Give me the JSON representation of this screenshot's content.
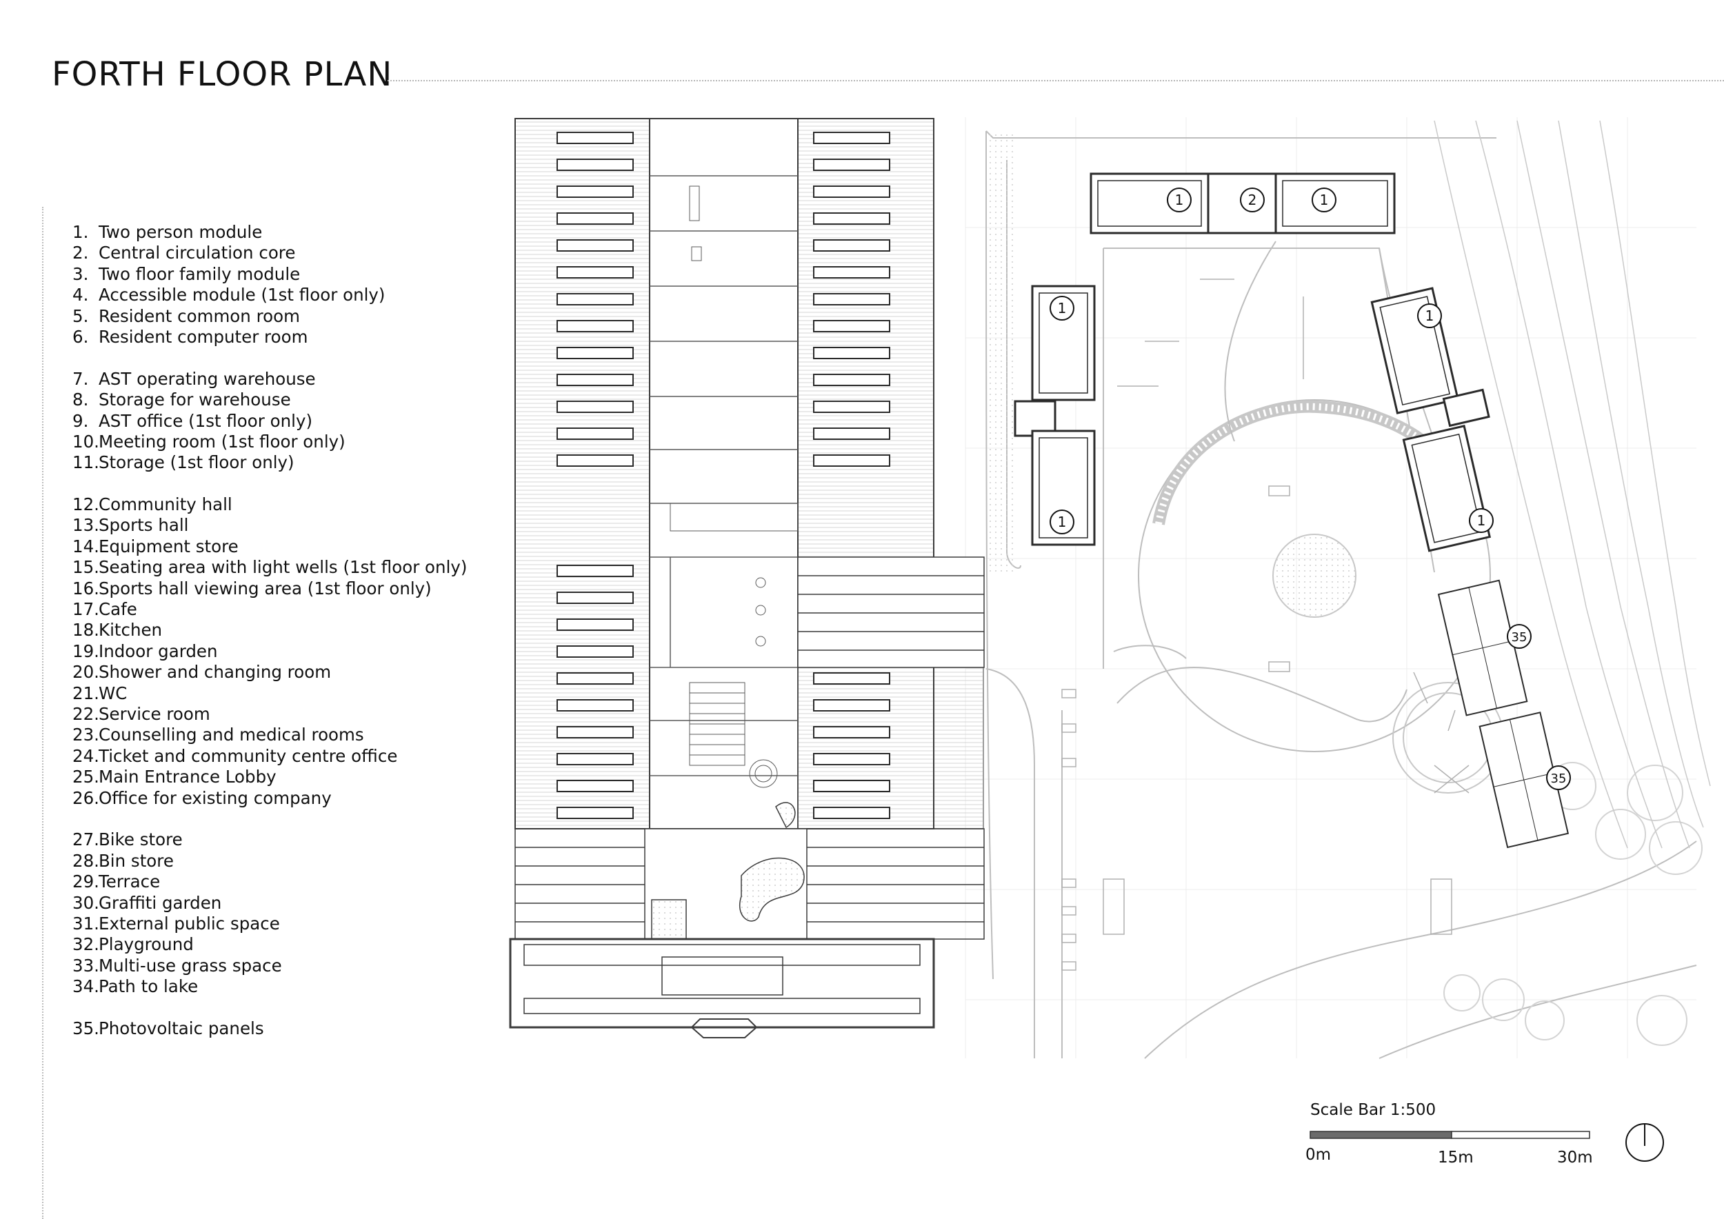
{
  "title": "FORTH FLOOR PLAN",
  "legend": [
    {
      "num": "1.",
      "label": "Two person module"
    },
    {
      "num": "2.",
      "label": "Central circulation core"
    },
    {
      "num": "3.",
      "label": "Two floor family module"
    },
    {
      "num": "4.",
      "label": "Accessible module (1st floor only)"
    },
    {
      "num": "5.",
      "label": "Resident common room"
    },
    {
      "num": "6.",
      "label": "Resident computer room"
    },
    {
      "num": "7.",
      "label": "AST operating warehouse"
    },
    {
      "num": "8.",
      "label": "Storage for warehouse"
    },
    {
      "num": "9.",
      "label": "AST office (1st floor only)"
    },
    {
      "num": "10.",
      "label": "Meeting room (1st floor only)"
    },
    {
      "num": "11.",
      "label": "Storage (1st floor only)"
    },
    {
      "num": "12.",
      "label": "Community hall"
    },
    {
      "num": "13.",
      "label": "Sports hall"
    },
    {
      "num": "14.",
      "label": "Equipment store"
    },
    {
      "num": "15.",
      "label": "Seating area with light wells (1st floor only)"
    },
    {
      "num": "16.",
      "label": "Sports hall viewing area (1st floor only)"
    },
    {
      "num": "17.",
      "label": "Cafe"
    },
    {
      "num": "18.",
      "label": "Kitchen"
    },
    {
      "num": "19.",
      "label": "Indoor garden"
    },
    {
      "num": "20.",
      "label": "Shower and changing room"
    },
    {
      "num": "21.",
      "label": "WC"
    },
    {
      "num": "22.",
      "label": "Service room"
    },
    {
      "num": "23.",
      "label": "Counselling and medical rooms"
    },
    {
      "num": "24.",
      "label": "Ticket and community centre office"
    },
    {
      "num": "25.",
      "label": "Main Entrance Lobby"
    },
    {
      "num": "26.",
      "label": "Office for existing company"
    },
    {
      "num": "27.",
      "label": "Bike store"
    },
    {
      "num": "28.",
      "label": "Bin store"
    },
    {
      "num": "29.",
      "label": "Terrace"
    },
    {
      "num": "30.",
      "label": "Graffiti garden"
    },
    {
      "num": "31.",
      "label": "External public space"
    },
    {
      "num": "32.",
      "label": "Playground"
    },
    {
      "num": "33.",
      "label": "Multi-use grass space"
    },
    {
      "num": "34.",
      "label": "Path to lake"
    },
    {
      "num": "35.",
      "label": "Photovoltaic panels"
    }
  ],
  "plan_tags": {
    "module_1": "1",
    "core_2": "2",
    "pv_35": "35"
  },
  "scale": {
    "title": "Scale Bar 1:500",
    "label_0": "0m",
    "label_15": "15m",
    "label_30": "30m"
  },
  "colors": {
    "line": "#3a3a3a",
    "light_line": "#bdbdbd",
    "hatch": "#d8d8d8",
    "scale_fill": "#6b6b6b"
  }
}
